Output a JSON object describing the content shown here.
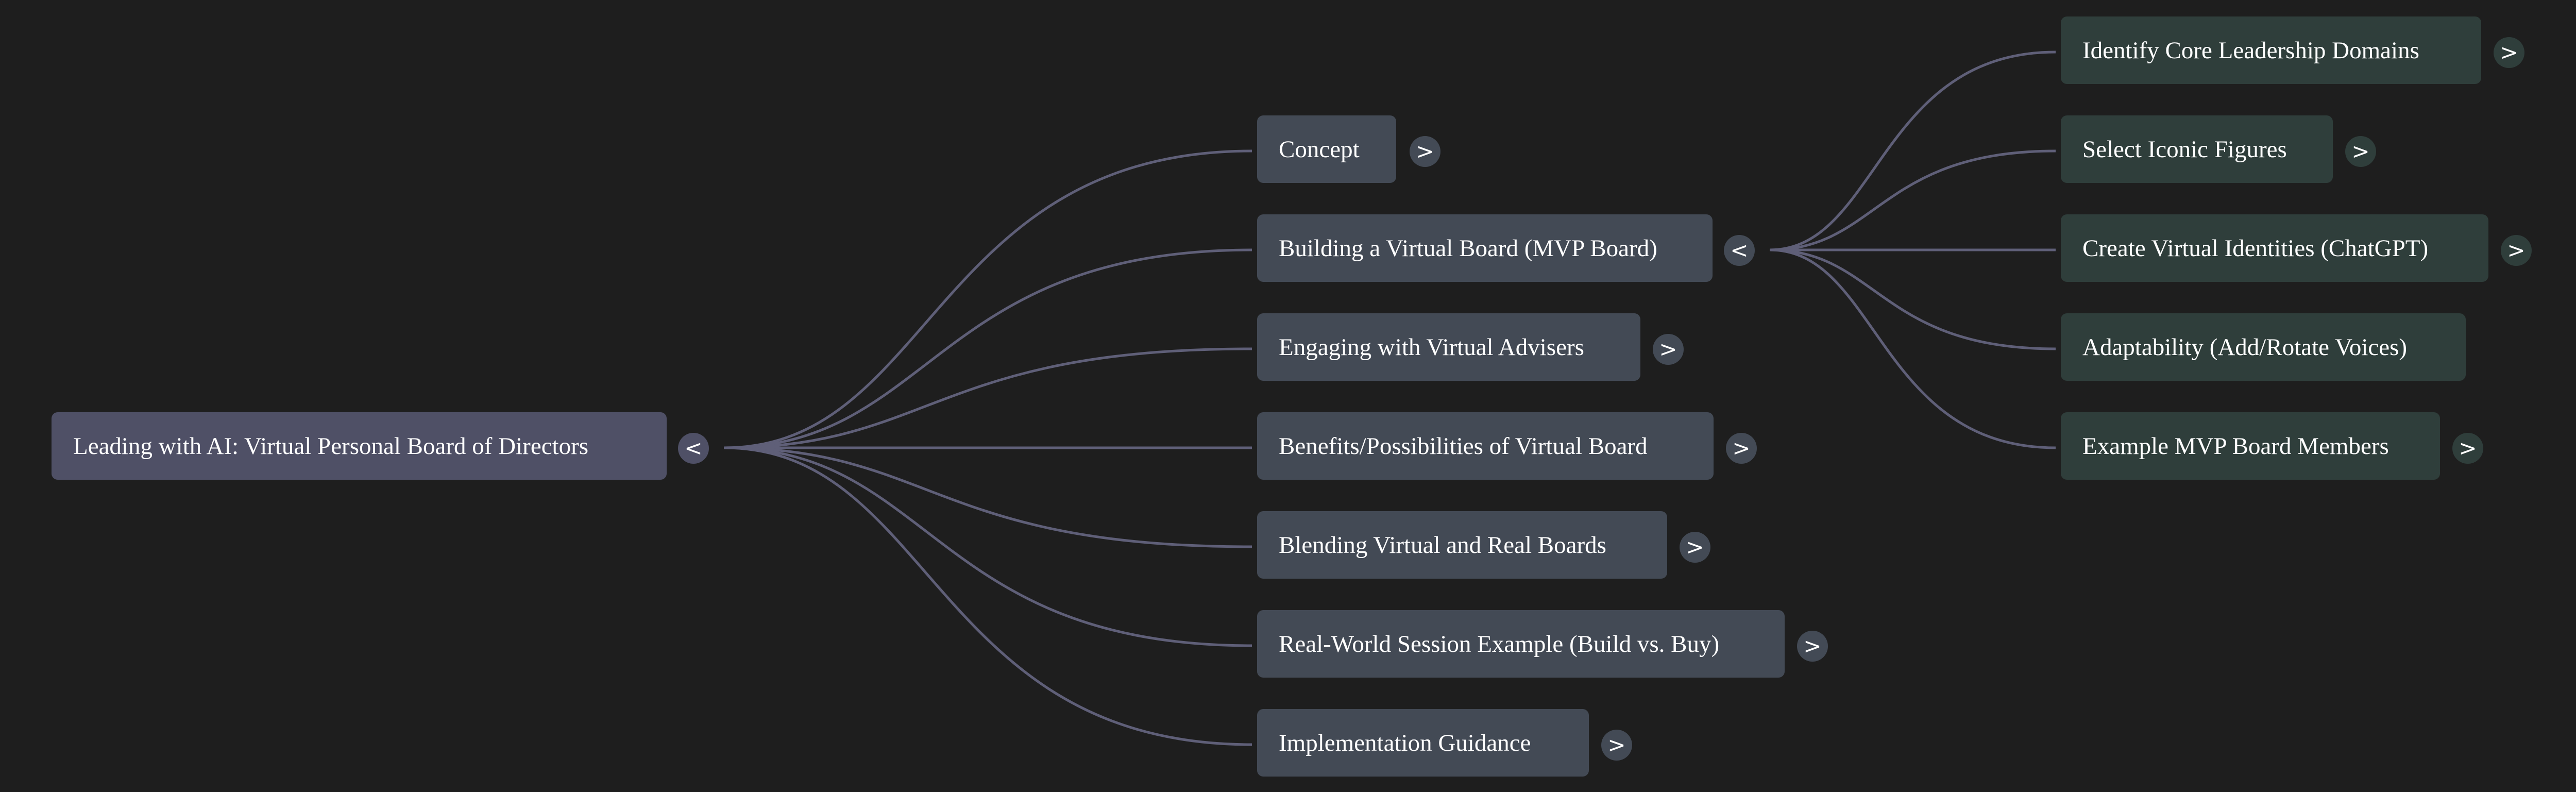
{
  "root": {
    "label": "Leading with AI: Virtual Personal Board of Directors",
    "toggle": "<"
  },
  "branches": [
    {
      "label": "Concept",
      "toggle": ">"
    },
    {
      "label": "Building a Virtual Board (MVP Board)",
      "toggle": "<"
    },
    {
      "label": "Engaging with Virtual Advisers",
      "toggle": ">"
    },
    {
      "label": "Benefits/Possibilities of Virtual Board",
      "toggle": ">"
    },
    {
      "label": "Blending Virtual and Real Boards",
      "toggle": ">"
    },
    {
      "label": "Real-World Session Example (Build vs. Buy)",
      "toggle": ">"
    },
    {
      "label": "Implementation Guidance",
      "toggle": ">"
    }
  ],
  "subbranches": [
    {
      "label": "Identify Core Leadership Domains",
      "toggle": ">"
    },
    {
      "label": "Select Iconic Figures",
      "toggle": ">"
    },
    {
      "label": "Create Virtual Identities (ChatGPT)",
      "toggle": ">"
    },
    {
      "label": "Adaptability (Add/Rotate Voices)",
      "toggle": ""
    },
    {
      "label": "Example MVP Board Members",
      "toggle": ">"
    }
  ],
  "colors": {
    "background": "#1e1e1e",
    "root_node": "#4f5066",
    "branch_node": "#434a55",
    "subbranch_node": "#2f3e3b",
    "connector": "#5f5f78",
    "text": "#ffffff"
  }
}
